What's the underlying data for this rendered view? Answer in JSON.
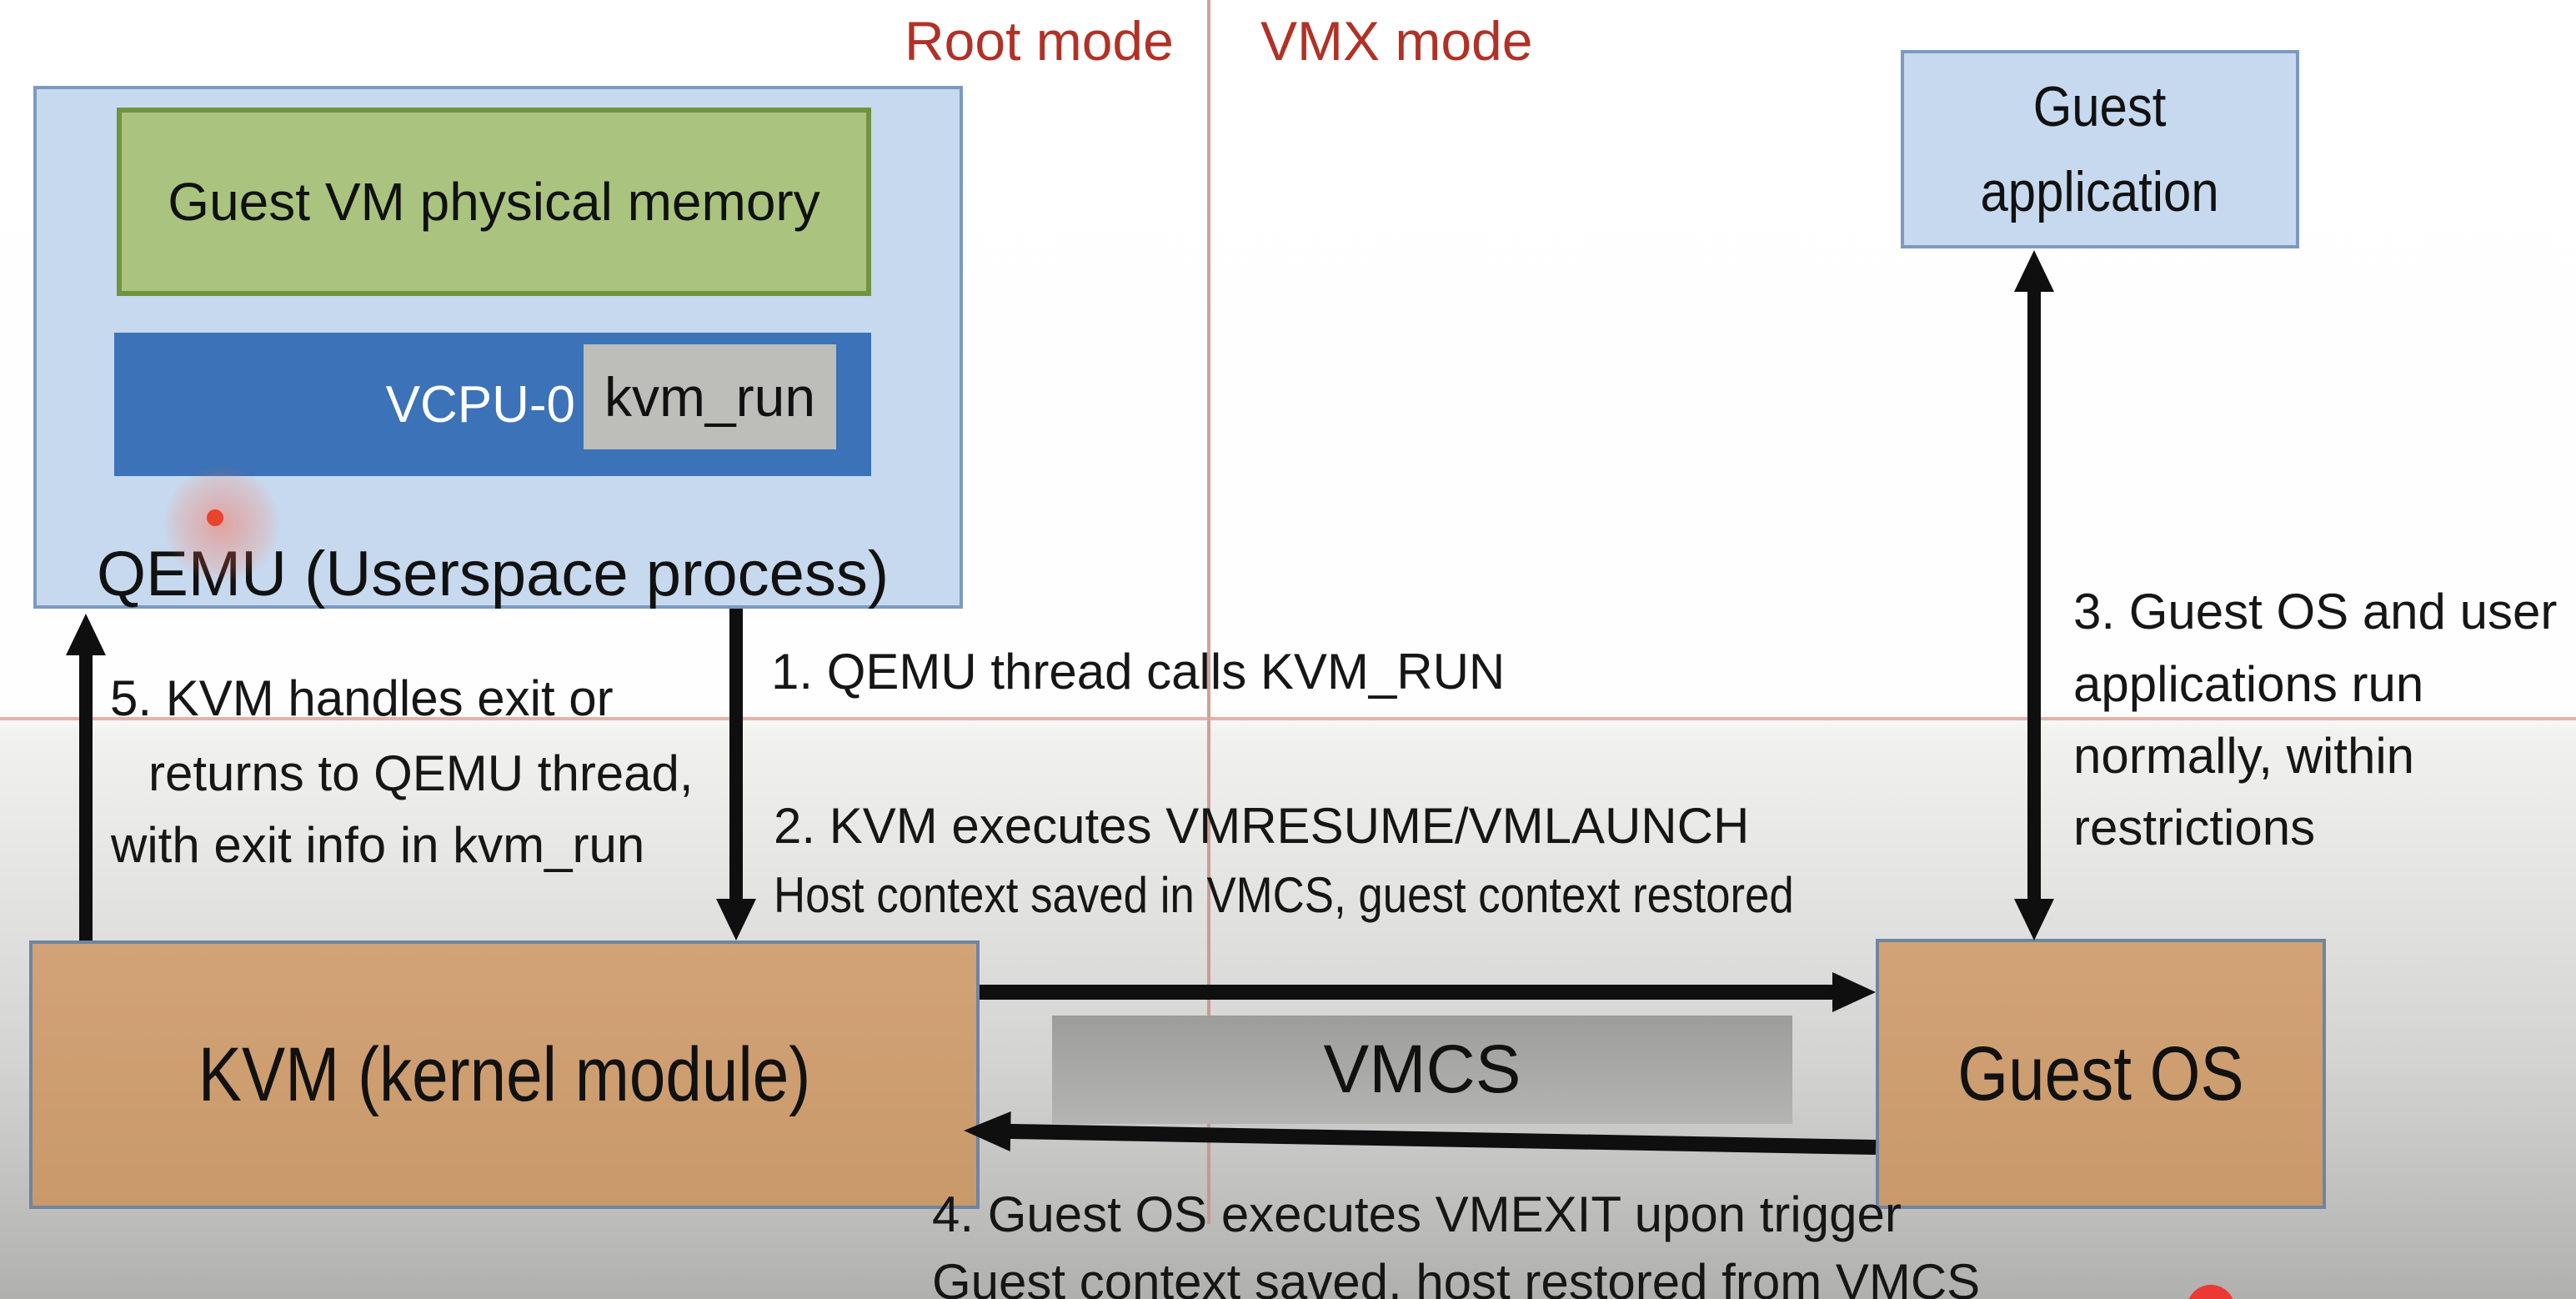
{
  "modes": {
    "root_label": "Root mode",
    "vmx_label": "VMX mode"
  },
  "boxes": {
    "qemu": {
      "title": "QEMU (Userspace process)",
      "memory": "Guest VM physical memory",
      "vcpu": "VCPU-0",
      "kvm_run": "kvm_run"
    },
    "guest_app": {
      "line1": "Guest",
      "line2": "application"
    },
    "kvm": {
      "label": "KVM (kernel module)"
    },
    "guest_os": {
      "label": "Guest OS"
    },
    "vmcs": {
      "label": "VMCS"
    }
  },
  "steps": {
    "s1": "1. QEMU thread calls KVM_RUN",
    "s2_line1": "2. KVM executes VMRESUME/VMLAUNCH",
    "s2_line2": "Host context saved in VMCS, guest context restored",
    "s3_line1": "3. Guest OS and user",
    "s3_line2": "applications run",
    "s3_line3": "normally, within",
    "s3_line4": "restrictions",
    "s4_line1": "4. Guest OS executes VMEXIT upon trigger",
    "s4_line2": "Guest context saved, host restored from VMCS",
    "s5_line1": "5. KVM handles exit or",
    "s5_line2": "returns to QEMU thread,",
    "s5_line3": "with exit info in kvm_run"
  },
  "icons": {
    "cursor_highlight": "red-ring-highlight",
    "laser_dot": "red-dot"
  },
  "colors": {
    "mode_label_red": "#b13126",
    "divider_red": "#c98f86",
    "light_blue_fill": "#c7d9ee",
    "blue_border": "#7c9ac1",
    "green_fill": "#aac480",
    "green_border": "#6f9340",
    "vcpu_blue": "#3b72b8",
    "kvm_run_gray": "#bdbdba",
    "tan_fill": "#cd9d6f",
    "tan_border": "#6f85a0",
    "vmcs_gray": "#a5a5a3",
    "arrow_black": "#0f0f0f",
    "cursor_red": "#e8432c"
  }
}
